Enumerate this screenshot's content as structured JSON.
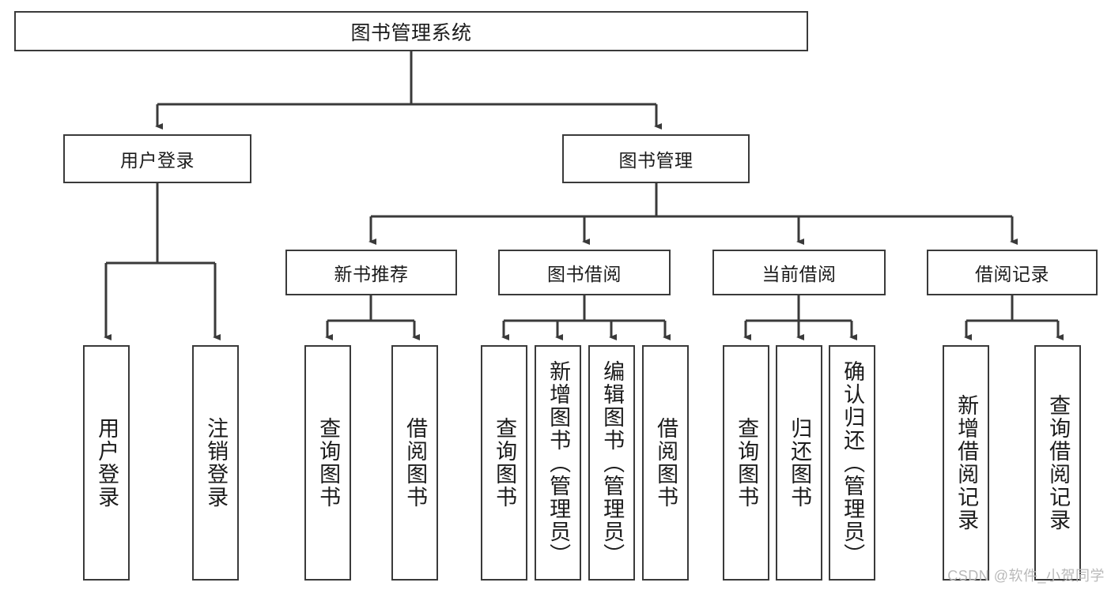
{
  "diagram": {
    "title": "图书管理系统",
    "watermark": "CSDN @软件_小贺同学",
    "colors": {
      "stroke": "#3a3a3a",
      "fill": "#ffffff",
      "text": "#1b1b1b",
      "watermark": "#b9b9b9"
    },
    "root": {
      "label": "图书管理系统"
    },
    "level2": [
      {
        "label": "用户登录"
      },
      {
        "label": "图书管理"
      }
    ],
    "level3": [
      {
        "label": "新书推荐"
      },
      {
        "label": "图书借阅"
      },
      {
        "label": "当前借阅"
      },
      {
        "label": "借阅记录"
      }
    ],
    "leaves": {
      "user_login": [
        {
          "label": "用户登录"
        },
        {
          "label": "注销登录"
        }
      ],
      "new_book": [
        {
          "label": "查询图书"
        },
        {
          "label": "借阅图书"
        }
      ],
      "book_borrow": [
        {
          "label": "查询图书"
        },
        {
          "label": "新增图书（管理员）"
        },
        {
          "label": "编辑图书（管理员）"
        },
        {
          "label": "借阅图书"
        }
      ],
      "current_borrow": [
        {
          "label": "查询图书"
        },
        {
          "label": "归还图书"
        },
        {
          "label": "确认归还（管理员）"
        }
      ],
      "borrow_record": [
        {
          "label": "新增借阅记录"
        },
        {
          "label": "查询借阅记录"
        }
      ]
    }
  }
}
